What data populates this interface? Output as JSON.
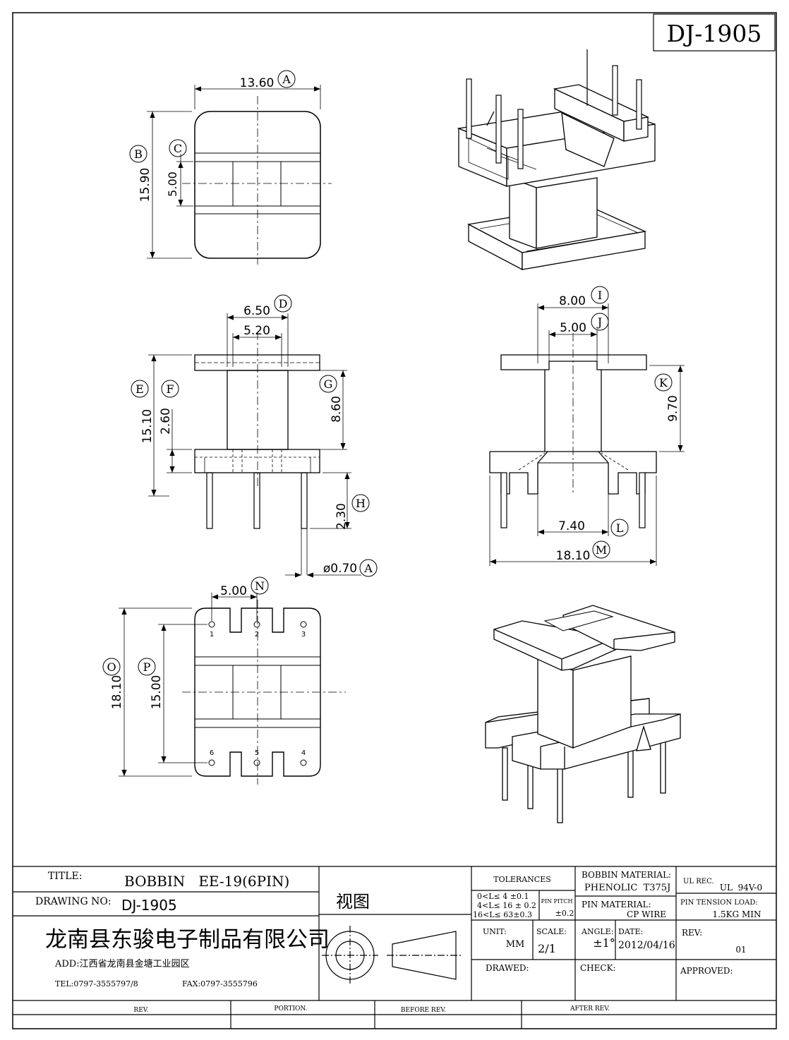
{
  "drawing_code": "DJ-1905",
  "top_view": {
    "dim_width": "13.60",
    "tag_width": "A",
    "dim_height": "15.90",
    "tag_height": "B",
    "dim_core": "5.00",
    "tag_core": "C"
  },
  "front_view": {
    "dim_outer": "6.50",
    "tag_outer": "D",
    "dim_inner": "5.20",
    "tag_total": "E",
    "dim_total": "15.10",
    "tag_base": "F",
    "dim_base": "2.60",
    "tag_winding": "G",
    "dim_winding": "8.60",
    "dim_pin_len": "2.30",
    "tag_pin_len": "H",
    "dim_pin_dia": "ø0.70",
    "tag_pin_dia": "A"
  },
  "side_view": {
    "dim_top": "8.00",
    "tag_top": "I",
    "dim_core": "5.00",
    "tag_core": "J",
    "dim_height": "9.70",
    "tag_height": "K",
    "dim_span": "7.40",
    "tag_span": "L",
    "dim_base": "18.10",
    "tag_base": "M"
  },
  "bottom_view": {
    "dim_pitch": "5.00",
    "tag_pitch": "N",
    "tag_total": "O",
    "dim_total": "18.10",
    "tag_row": "P",
    "dim_row": "15.00",
    "pins_top": [
      "1",
      "2",
      "3"
    ],
    "pins_bottom": [
      "6",
      "5",
      "4"
    ]
  },
  "title_block": {
    "title_label": "TITLE:",
    "title_value": "BOBBIN   EE-19(6PIN)",
    "drawing_no_label": "DRAWING NO:",
    "drawing_no_value": "DJ-1905",
    "company": "龙南县东骏电子制品有限公司",
    "address": "ADD:江西省龙南县金塘工业园区",
    "tel": "TEL:0797-3555797/8",
    "fax": "FAX:0797-3555796",
    "view_label": "视图",
    "tolerances_label": "TOLERANCES",
    "tol_1": "0<L≤ 4  ±0.1",
    "tol_2": "4<L≤ 16  ±  0.2",
    "tol_3": "16<L≤ 63±0.3",
    "pin_pitch_label": "PIN PITCH",
    "pin_pitch_value": "±0.2",
    "unit_label": "UNIT:",
    "unit_value": "MM",
    "scale_label": "SCALE:",
    "scale_value": "2/1",
    "angle_label": "ANGLE:",
    "angle_value": "±1°",
    "date_label": "DATE:",
    "date_value": "2012/04/16",
    "bobbin_material_label": "BOBBIN MATERIAL:",
    "bobbin_material_value": "PHENOLIC  T375J",
    "ul_label": "UL REC.",
    "ul_value": "UL  94V-0",
    "pin_material_label": "PIN MATERIAL:",
    "pin_material_value": "CP WIRE",
    "pin_tension_label": "PIN TENSION LOAD:",
    "pin_tension_value": "1.5KG MIN",
    "rev_label": "REV:",
    "rev_value": "01",
    "drawed_label": "DRAWED:",
    "check_label": "CHECK:",
    "approved_label": "APPROVED:"
  },
  "revision_block": {
    "rev": "REV.",
    "portion": "PORTION.",
    "before_rev": "BEFORE REV.",
    "after_rev": "AFTER REV."
  }
}
